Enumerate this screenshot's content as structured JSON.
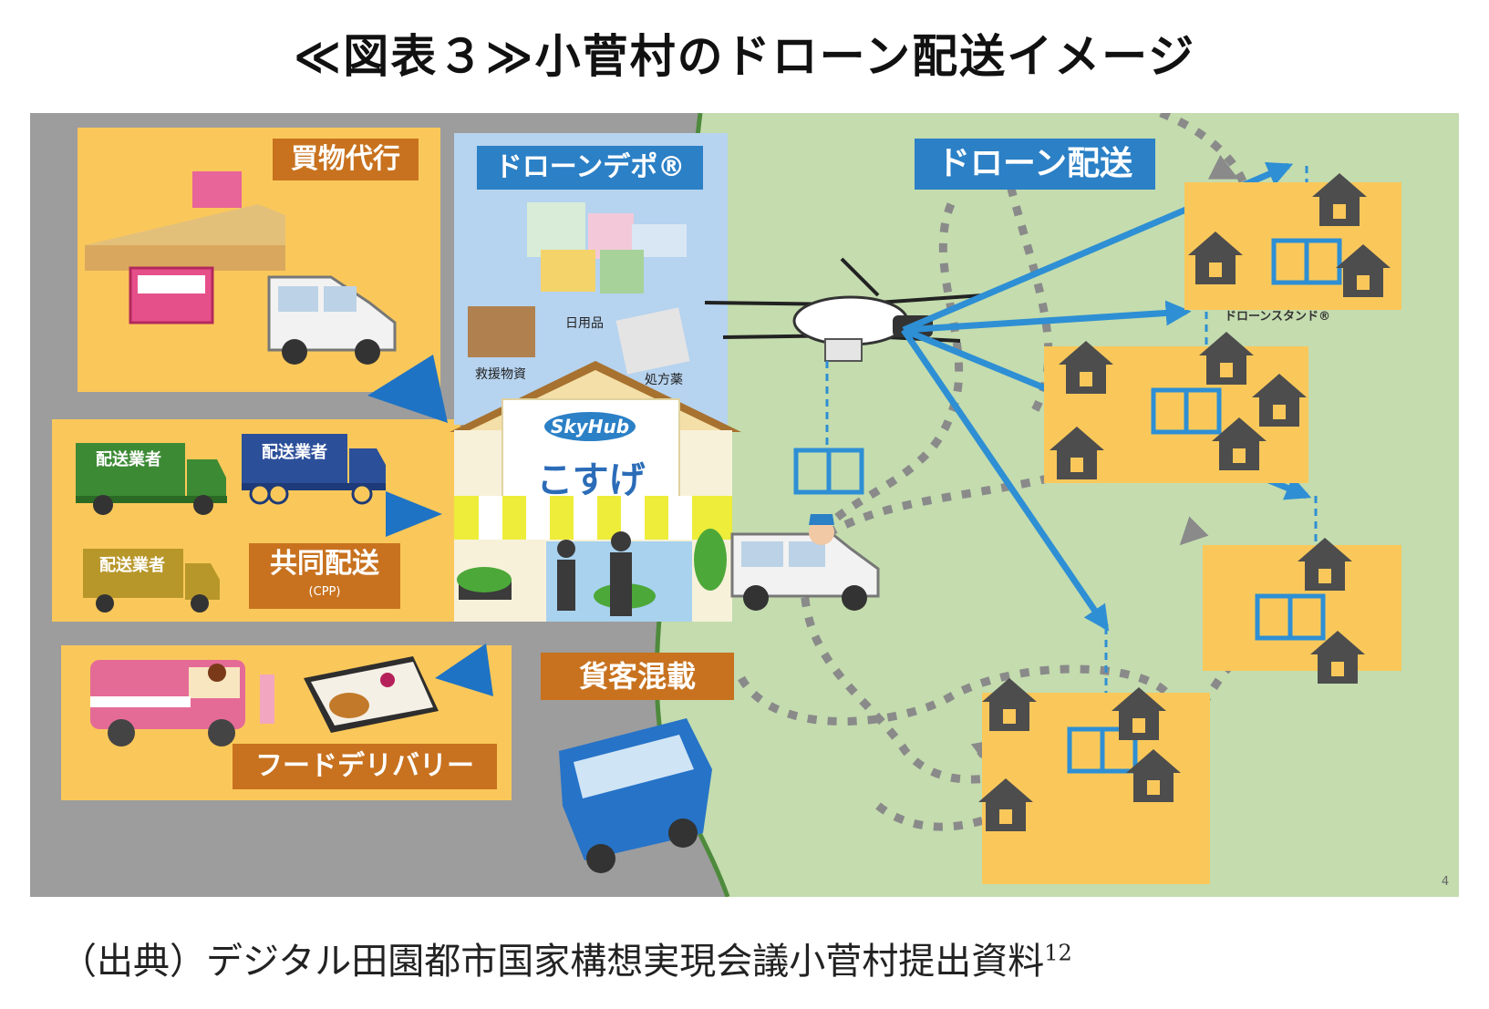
{
  "title": "≪図表３≫小菅村のドローン配送イメージ",
  "source": "（出典）デジタル田園都市国家構想実現会議小菅村提出資料",
  "source_note": "12",
  "labels": {
    "shopping_proxy": "買物代行",
    "drone_depot": "ドローンデポ®",
    "drone_delivery": "ドローン配送",
    "joint_delivery": "共同配送",
    "joint_delivery_sub": "(CPP)",
    "food_delivery": "フードデリバリー",
    "mixed_transport": "貨客混載",
    "drone_stand": "ドローンスタンド®",
    "daily_goods": "日用品",
    "relief_supplies": "救援物資",
    "prescription": "処方薬",
    "carrier": "配送業者",
    "store_logo_top": "SkyHub",
    "store_name": "こすげ",
    "page_mark": "4"
  },
  "colors": {
    "gray_bg": "#9d9d9d",
    "green_bg": "#c4dcae",
    "yellow_box": "#fac85a",
    "orange_label": "#c8721f",
    "blue_label": "#2b80c6",
    "arrow_blue": "#2e8fd4",
    "depot_bg": "#b6d3ef",
    "house": "#4d4d4d"
  }
}
